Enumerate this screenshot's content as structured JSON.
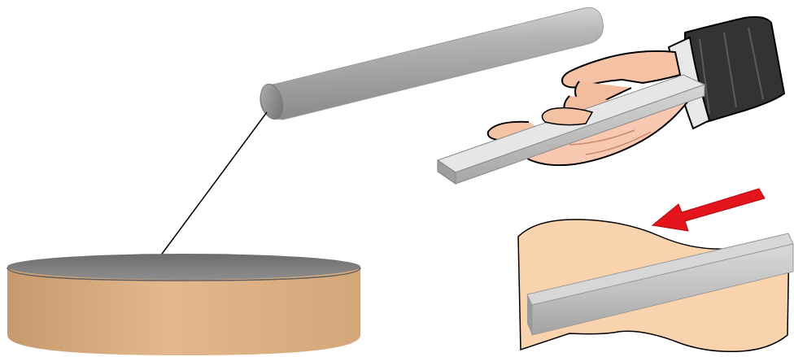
{
  "scene": {
    "background_color": "#ffffff",
    "objects": [
      {
        "name": "gray-rod",
        "color": "#a8a8a8"
      },
      {
        "name": "connector-line",
        "color": "#000000"
      },
      {
        "name": "cylinder-disc",
        "top_color": "#7a7a7a",
        "side_color": "#dcae82"
      },
      {
        "name": "hand-holding-bar",
        "skin_color": "#f8c8b0",
        "sleeve_color": "#3a3a3a"
      },
      {
        "name": "flat-gray-bar",
        "color": "#c8c8c8"
      },
      {
        "name": "skin-wave-shape",
        "color": "#f9d3ad"
      },
      {
        "name": "red-arrow",
        "color": "#e0141b"
      }
    ]
  }
}
